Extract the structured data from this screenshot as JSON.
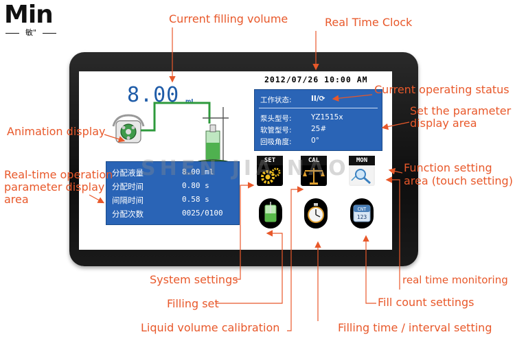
{
  "brand": {
    "logo_text": "Min",
    "logo_sub": "敏\""
  },
  "screen": {
    "datetime": "2012/07/26  10:00 AM",
    "volume_value": "8.00",
    "volume_unit": "mL",
    "status": {
      "work_status_label": "工作状态:",
      "work_status_value": "II/⟳",
      "rows": [
        {
          "label": "泵头型号:",
          "value": "YZ1515x"
        },
        {
          "label": "软管型号:",
          "value": "25#"
        },
        {
          "label": "回吸角度:",
          "value": "0°"
        }
      ]
    },
    "params": [
      {
        "label": "分配液量",
        "value": "8.00 ml"
      },
      {
        "label": "分配时间",
        "value": "0.80 s"
      },
      {
        "label": "间隔时间",
        "value": "0.58 s"
      },
      {
        "label": "分配次数",
        "value": "0025/0100"
      }
    ],
    "function_buttons": [
      {
        "label": "SET",
        "icon": "gears-icon"
      },
      {
        "label": "CAL",
        "icon": "balance-scale-icon"
      },
      {
        "label": "MON",
        "icon": "magnifier-icon"
      }
    ],
    "bottom_buttons": [
      {
        "icon": "filling-bottle-icon"
      },
      {
        "icon": "stopwatch-icon"
      },
      {
        "icon": "counter-icon",
        "text": "CNT",
        "value": "123"
      }
    ]
  },
  "annotations": {
    "current_filling_volume": "Current filling volume",
    "real_time_clock": "Real Time Clock",
    "current_operating_status": "Current operating status",
    "set_parameter_line1": "Set the parameter",
    "set_parameter_line2": "display area",
    "animation_display": "Animation display",
    "realtime_param_line1": "Real-time operation",
    "realtime_param_line2": "parameter display",
    "realtime_param_line3": "area",
    "function_setting_line1": "Function setting",
    "function_setting_line2": "area (touch setting)",
    "system_settings": "System settings",
    "filling_set": "Filling set",
    "liquid_volume_calibration": "Liquid volume calibration",
    "real_time_monitoring": "real time monitoring",
    "fill_count_settings": "Fill count settings",
    "filling_time_interval": "Filling time / interval setting"
  },
  "watermark": "SHEN JIA NAO",
  "colors": {
    "annotation": "#e8582a",
    "panel_blue": "#2a64b6",
    "volume_blue": "#1f5ca8",
    "bezel": "#111111"
  }
}
